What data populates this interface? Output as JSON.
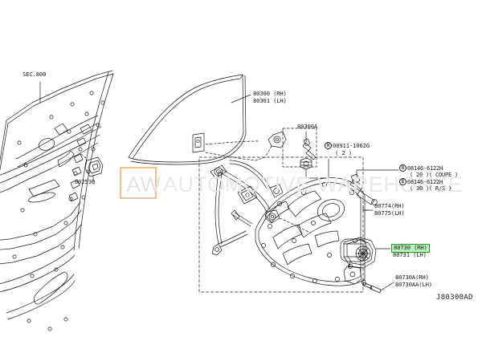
{
  "diagram": {
    "code": "J80300AD",
    "section_ref": "SEC.800",
    "background_color": "#ffffff",
    "line_color": "#1a1a1a"
  },
  "watermark": {
    "badge": "AW",
    "text": "AUTOMOTIVE WAREHOUSE",
    "badge_border_color": "#f3c08c",
    "text_color": "#e8e8e8"
  },
  "highlight": {
    "fill": "#bdf0bd",
    "border": "#2a9c2a"
  },
  "labels": {
    "door_panel": "SEC.800",
    "regulator_handle": "80253Q",
    "glass_rh": "80300 (RH)",
    "glass_lh": "80301 (LH)",
    "glass_clamp": "80300A",
    "nut_circle": "N",
    "nut_part": "08911-1062G",
    "nut_qty": "( 2 )",
    "bolt_circle_1": "B",
    "bolt_part_1": "08146-6122H",
    "bolt_qty_1": "( 20 )( COUPE )",
    "bolt_circle_2": "B",
    "bolt_part_2": "08146-6122H",
    "bolt_qty_2": "( 30 )( R/S )",
    "regulator_rh": "80774(RH)",
    "regulator_lh": "80775(LH)",
    "motor_rh": "80730 (RH)",
    "motor_lh": "80731 (LH)",
    "motor_screw_rh": "80730A(RH)",
    "motor_screw_lh": "80730AA(LH)"
  }
}
